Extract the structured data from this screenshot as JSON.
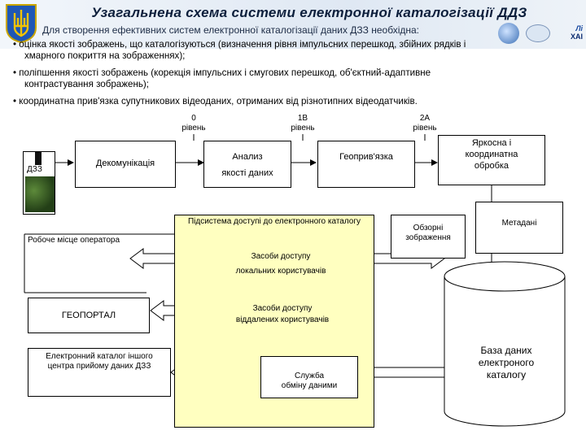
{
  "header": {
    "title": "Узагальнена схема системи електронної каталогізації ДДЗ",
    "intro": "Для створення ефективних систем електронної каталогізації даних ДЗЗ необхідна:",
    "logo_labels": [
      "XAI"
    ]
  },
  "bullets": [
    "• оцінка якості зображень, що каталогізуються (визначення рівня імпульсних перешкод, збійних рядків і",
    "хмарного покриття на зображеннях);",
    "• поліпшення якості зображень (корекція імпульсних і смугових перешкод, об'єктний-адаптивне",
    "контрастування зображень);",
    "• координатна прив'язка супутникових відеоданих, отриманих від різнотипних відеодатчиків."
  ],
  "levels": [
    {
      "num": "0",
      "word": "рівень"
    },
    {
      "num": "1B",
      "word": "рівень"
    },
    {
      "num": "2A",
      "word": "рівень"
    }
  ],
  "diagram": {
    "ddz": "ДЗЗ",
    "decommutation": "Декомунікація",
    "analysis": [
      "Анализ",
      "якості даних"
    ],
    "georef": "Геоприв'язка",
    "brightness": [
      "Яркосна і",
      "координатна",
      "обробка"
    ],
    "subsystem": "Підсистема доступі до електронного каталогу",
    "operator": "Робоче місце оператора",
    "overview": [
      "Обзорні",
      "зображення"
    ],
    "metadata": "Метадані",
    "local_access": [
      "Засоби доступу",
      "локальних користувачів"
    ],
    "remote_access": [
      "Засоби доступу",
      "віддалених користувачів"
    ],
    "geoportal": "ГЕОПОРТАЛ",
    "other_catalog": [
      "Електронний каталог іншого",
      "центра прийому даних ДЗЗ"
    ],
    "exchange": [
      "Служба",
      "обміну даними"
    ],
    "database": [
      "База даних",
      "електроного",
      "каталогу"
    ]
  },
  "colors": {
    "subsystem_fill": "#ffffc0",
    "title": "#0d1f3c"
  }
}
